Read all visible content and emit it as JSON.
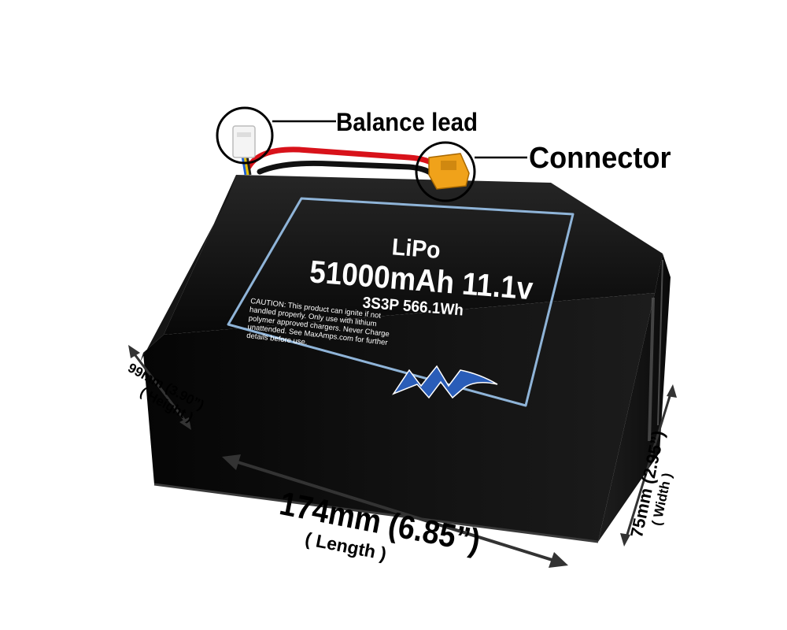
{
  "callouts": {
    "balance_lead": "Balance lead",
    "connector": "Connector"
  },
  "battery_label": {
    "chemistry": "LiPo",
    "capacity_voltage": "51000mAh 11.1v",
    "config_energy": "3S3P 566.1Wh",
    "caution": "CAUTION: This product can ignite if not handled properly. Only use with lithium polymer approved chargers. Never Charge unattended. See MaxAmps.com for further details before use.",
    "logo": "MA"
  },
  "dimensions": {
    "length": {
      "main": "174mm (6.85”)",
      "sub": "( Length )"
    },
    "height": {
      "main": "99mm (3.90”)",
      "sub": "( Height )"
    },
    "width": {
      "main": "75mm (2.95”)",
      "sub": "( Width )"
    }
  },
  "colors": {
    "battery_body": "#0b0b0b",
    "label_border": "#8fb4d8",
    "logo_blue": "#2a5db8",
    "red_wire": "#d8121a",
    "connector_yellow": "#f0a21a"
  }
}
